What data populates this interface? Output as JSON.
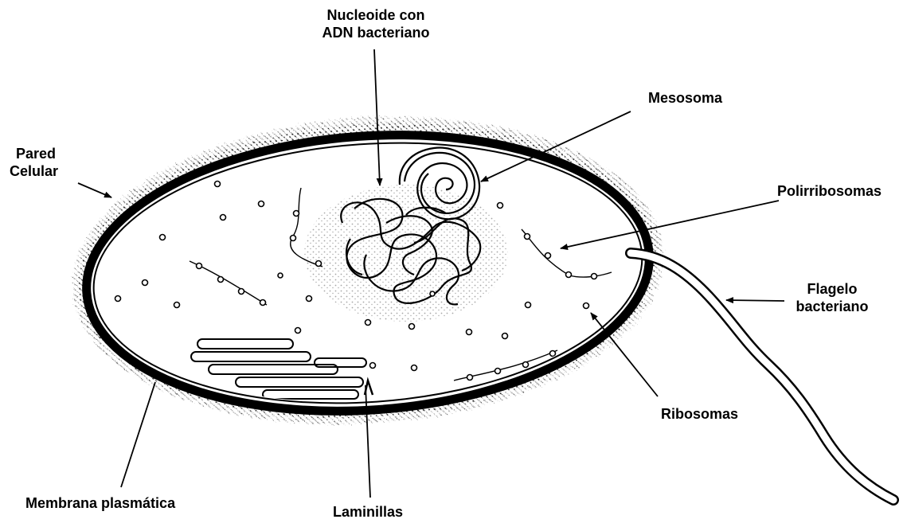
{
  "labels": {
    "nucleoide": [
      "Nucleoide con",
      "ADN bacteriano"
    ],
    "mesosoma": "Mesosoma",
    "pared": [
      "Pared",
      "Celular"
    ],
    "polirribosomas": "Polirribosomas",
    "flagelo": [
      "Flagelo",
      "bacteriano"
    ],
    "ribosomas": "Ribosomas",
    "membrana": "Membrana plasmática",
    "laminillas": "Laminillas"
  },
  "colors": {
    "ink": "#000000",
    "background": "#ffffff"
  }
}
